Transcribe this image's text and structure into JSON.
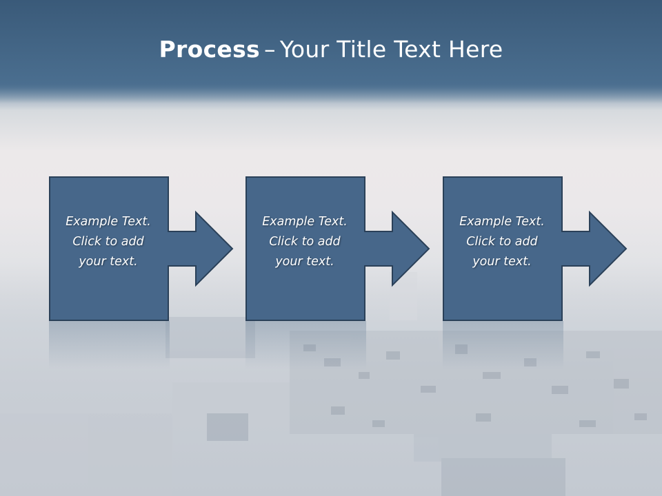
{
  "slide": {
    "title_bold": "Process",
    "title_sep": "–",
    "title_rest": "Your Title Text Here"
  },
  "steps": [
    {
      "text": "Example Text.\nClick  to add\nyour text."
    },
    {
      "text": "Example Text.\nClick  to add\nyour text."
    },
    {
      "text": "Example Text.\nClick  to add\nyour text."
    }
  ],
  "colors": {
    "shape_fill": "#47678a",
    "shape_stroke": "#2a4058",
    "title_band": "#4a6e8f",
    "text": "#ffffff"
  }
}
